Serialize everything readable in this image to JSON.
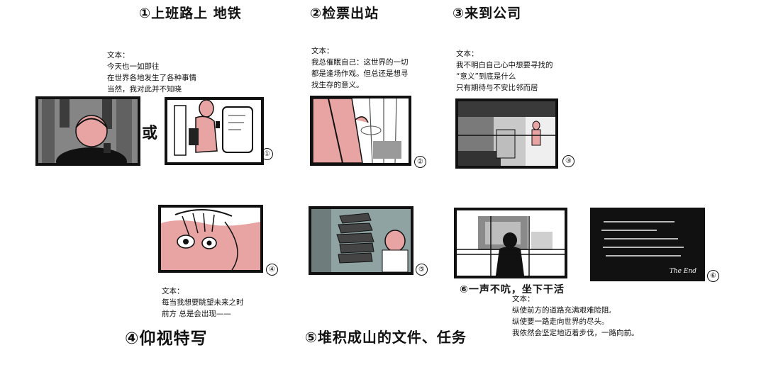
{
  "headings": {
    "h1": "①上班路上  地铁",
    "h2": "②检票出站",
    "h3": "③来到公司",
    "h4": "④仰视特写",
    "h5": "⑤堆积成山的文件、任务",
    "h6": "⑥一声不吭，坐下干活"
  },
  "captions": {
    "c1": {
      "label": "文本：",
      "lines": [
        "今天也一如即往",
        "在世界各地发生了各种事情",
        "当然，我对此并不知晓"
      ]
    },
    "c2": {
      "label": "文本：",
      "lines": [
        "我总催眠自己：这世界的一切",
        "都是逢场作戏。但总还是想寻",
        "找生存的意义。"
      ]
    },
    "c3": {
      "label": "文本：",
      "lines": [
        "我不明白自己心中想要寻找的",
        "“意义”到底是什么",
        "只有期待与不安比邻而居"
      ]
    },
    "c4": {
      "label": "文本：",
      "lines": [
        "每当我想要眺望未来之时",
        "前方 总是会出现——"
      ]
    },
    "c6": {
      "label": "文本：",
      "lines": [
        "纵使前方的道路充满艰难险阻,",
        "纵使要一路走向世界的尽头。",
        "我依然会坚定地迈着步伐，一路向前。"
      ]
    }
  },
  "or_text": "或",
  "end_text": "The End",
  "panel_numbers": [
    "①",
    "②",
    "③",
    "④",
    "⑤",
    "⑥"
  ],
  "colors": {
    "pink": "#eaa6a6",
    "gray": "#8a8a8a",
    "dark": "#2a2a2a",
    "black": "#111111"
  }
}
